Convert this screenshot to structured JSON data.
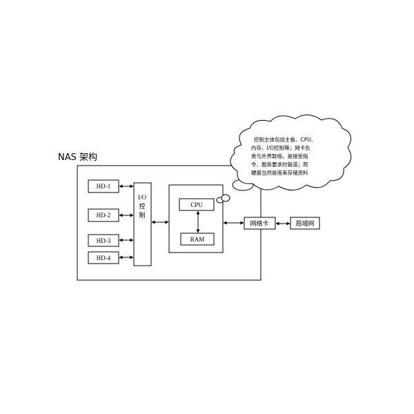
{
  "title": "NAS 架构",
  "disks": [
    "HD-1",
    "HD-2",
    "HD-3",
    "HD-4"
  ],
  "io_control": [
    "I/O",
    "控",
    "制"
  ],
  "cpu_label": "CPU",
  "ram_label": "RAM",
  "network_card": "网络卡",
  "lan": "局域网",
  "callout_lines": [
    "控制主体包括主板、CPU、",
    "内存、I/O控制等；网卡负",
    "责与外界联络，是接受指",
    "令、服务要求的管道；而",
    "硬盘当然是用来存储资料"
  ]
}
